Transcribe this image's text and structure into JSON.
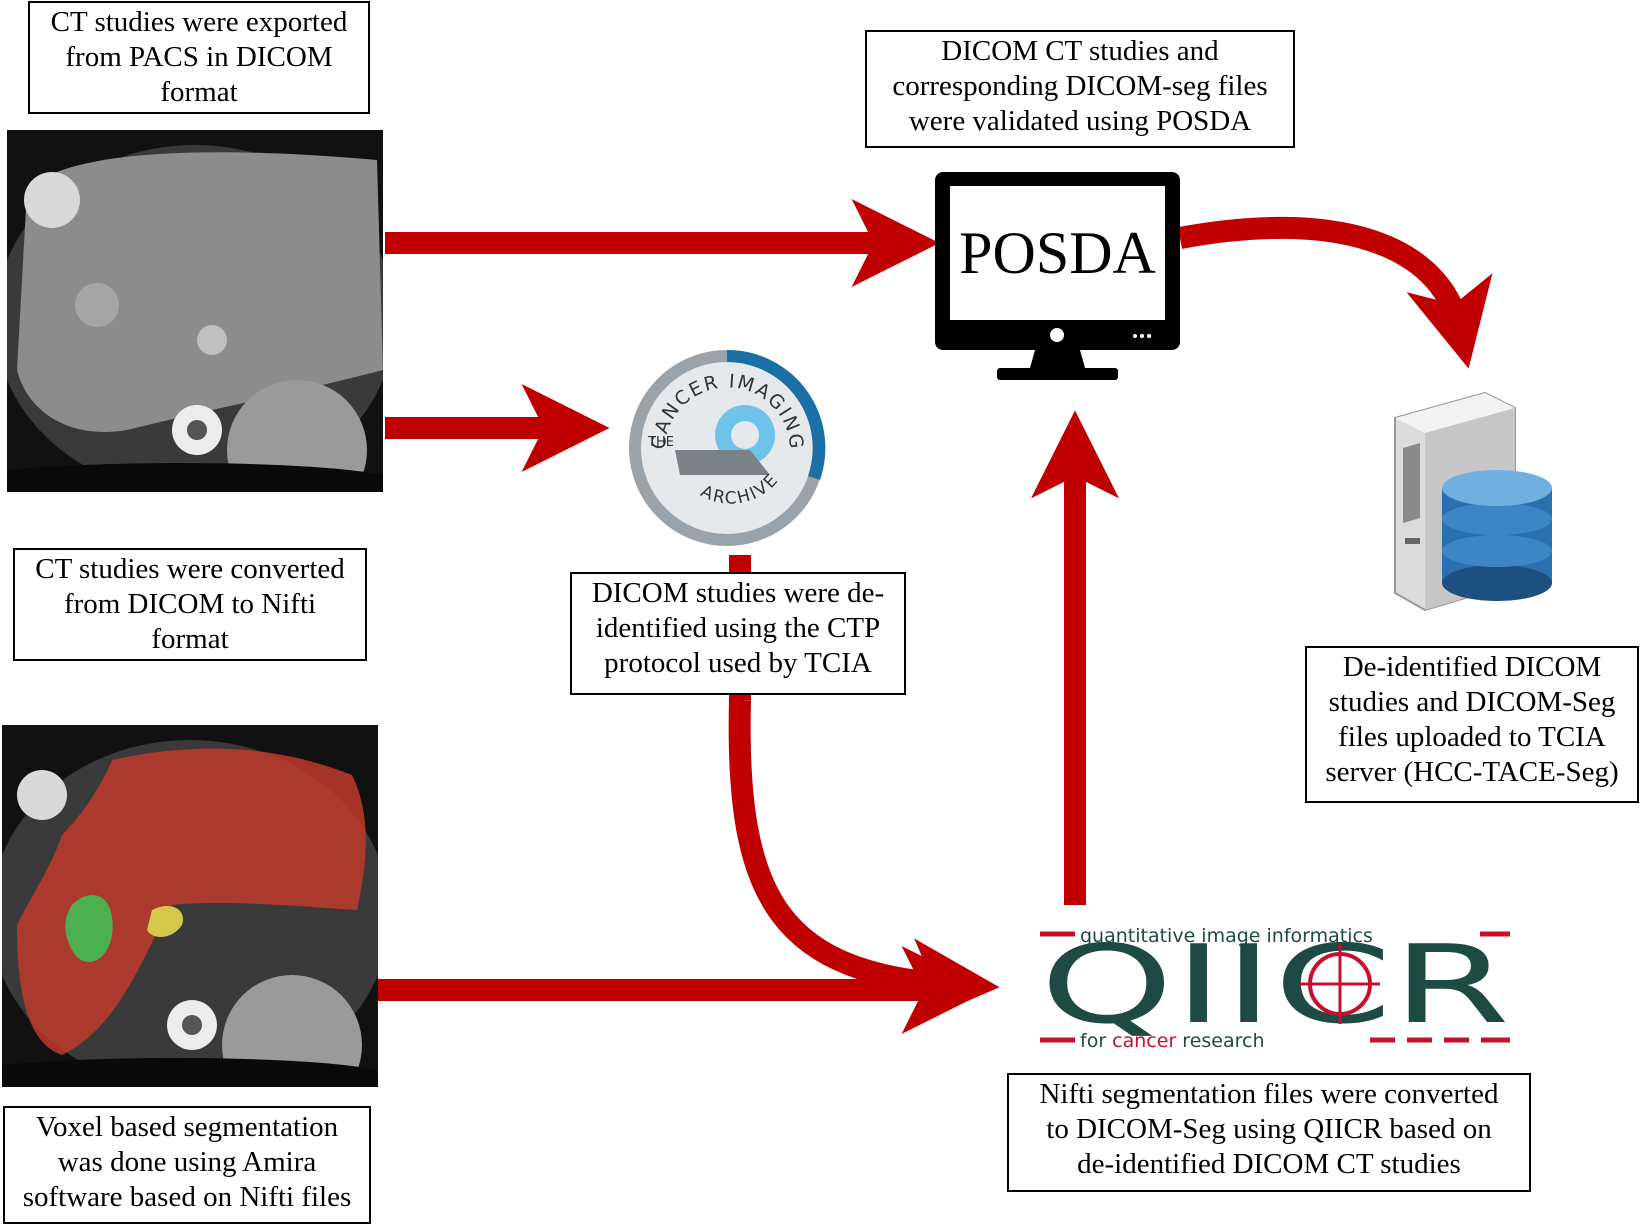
{
  "steps": {
    "export": [
      "CT studies were exported",
      "from PACS in DICOM",
      "format"
    ],
    "convert": [
      "CT studies were converted",
      "from DICOM to Nifti",
      "format"
    ],
    "segment": [
      "Voxel based segmentation",
      "was done using Amira",
      "software based on Nifti files"
    ],
    "deidentify": [
      "DICOM studies were de-",
      "identified using the CTP",
      "protocol used by TCIA"
    ],
    "validate": [
      "DICOM CT studies and",
      "corresponding DICOM-seg files",
      "were validated using POSDA"
    ],
    "upload": [
      "De-identified DICOM",
      "studies and DICOM-Seg",
      "files uploaded to TCIA",
      "server (HCC-TACE-Seg)"
    ],
    "qiicr_convert": [
      "Nifti segmentation files were converted",
      "to DICOM-Seg using QIICR based on",
      "de-identified DICOM CT studies"
    ]
  },
  "posda": {
    "screen_text": "POSDA"
  },
  "tcia_logo": {
    "top_text": "CANCER IMAGING",
    "bottom_text": "ARCHIVE",
    "small_text": "THE"
  },
  "qiicr_logo": {
    "tagline": "quantitative image informatics",
    "wordmark": "QIICR",
    "bottom_prefix": "for ",
    "bottom_highlight": "cancer",
    "bottom_suffix": " research"
  },
  "colors": {
    "arrow": "#c00000",
    "qiicr_green": "#1e4a44",
    "qiicr_red": "#c8102e",
    "db_blue": "#2a6fb0"
  }
}
